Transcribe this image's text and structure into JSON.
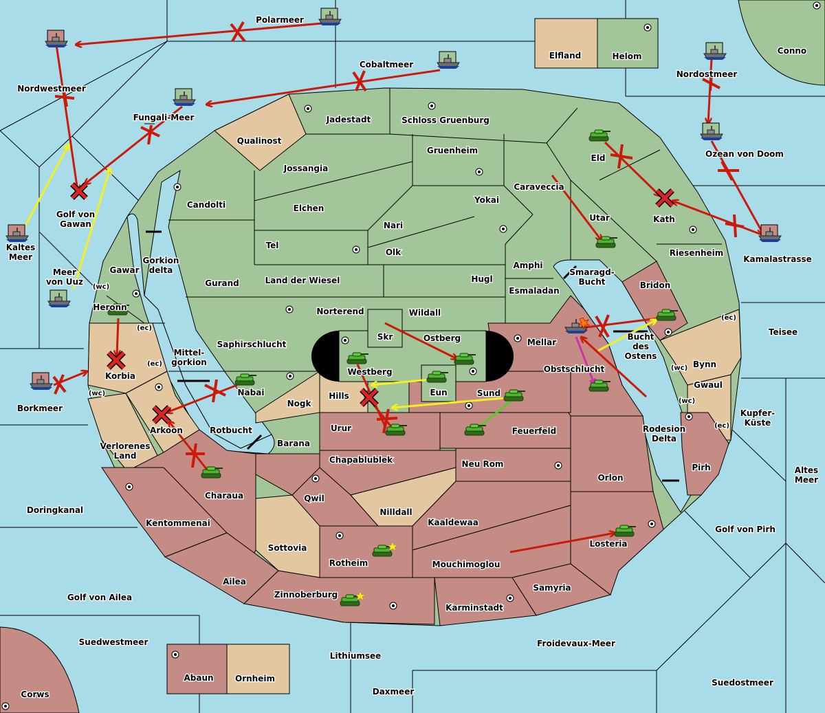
{
  "map_title": "Diplomacy map",
  "colors": {
    "sea": "#a8dce8",
    "green_power": "#a3c59a",
    "red_power": "#c48c85",
    "neutral": "#e2c7a0",
    "order_move": "#cc1a0a",
    "order_support": "#f4f020",
    "order_convoy": "#cc33aa",
    "order_green": "#55cc22"
  },
  "provinces": {
    "polarmeer": "Polarmeer",
    "nordwestmeer": "Nordwestmeer",
    "cobaltmeer": "Cobaltmeer",
    "fungali_meer": "Fungali-Meer",
    "elfland": "Elfland",
    "helom": "Helom",
    "conno": "Conno",
    "nordostmeer": "Nordostmeer",
    "ozean_von_doom": "Ozean von Doom",
    "kamalastrasse": "Kamalastrasse",
    "qualinost": "Qualinost",
    "jadestadt": "Jadestadt",
    "schloss_gruenburg": "Schloss Gruenburg",
    "gruenheim": "Gruenheim",
    "jossangia": "Jossangia",
    "candolti": "Candolti",
    "elchen": "Elchen",
    "nari": "Nari",
    "yokai": "Yokai",
    "caraveccia": "Caraveccia",
    "eld": "Eld",
    "utar": "Utar",
    "kath": "Kath",
    "riesenheim": "Riesenheim",
    "golf_von_gawan": [
      "Golf von",
      "Gawan"
    ],
    "kaltes_meer": [
      "Kaltes",
      "Meer"
    ],
    "meer_von_uuz": [
      "Meer",
      "von Uuz"
    ],
    "gawar": "Gawar",
    "gorkion_delta": [
      "Gorkion",
      "delta"
    ],
    "tel": "Tel",
    "olk": "Olk",
    "gurand": "Gurand",
    "land_der_wiesel": "Land der Wiesel",
    "hugl": "Hugl",
    "amphi": "Amphi",
    "esmaladan": "Esmaladan",
    "smaragd_bucht": [
      "Smaragd-",
      "Bucht"
    ],
    "bridon": "Bridon",
    "heronn": "Heronn",
    "norterend": "Norterend",
    "wildall": "Wildall",
    "skr": "Skr",
    "ostberg": "Ostberg",
    "mellar": "Mellar",
    "teisee": "Teisee",
    "saphirschlucht": "Saphirschlucht",
    "korbia": "Korbia",
    "mittelgorkion": [
      "Mittel-",
      "gorkion"
    ],
    "westberg": "Westberg",
    "obstschlucht": "Obstschlucht",
    "bucht_des_ostens": [
      "Bucht",
      "des",
      "Ostens"
    ],
    "bynn": "Bynn",
    "borkmeer": "Borkmeer",
    "nabai": "Nabai",
    "hills": "Hills",
    "eun": "Eun",
    "sund": "Sund",
    "gwaul": "Gwaul",
    "nogk": "Nogk",
    "arkoon": "Arkoon",
    "rotbucht": "Rotbucht",
    "urur": "Urur",
    "feuerfeld": "Feuerfeld",
    "kupfer_kueste": [
      "Kupfer-",
      "Küste"
    ],
    "barana": "Barana",
    "rodesion_delta": [
      "Rodesion",
      "Delta"
    ],
    "verlorenes_land": [
      "Verlorenes",
      "Land"
    ],
    "chapablublek": "Chapablublek",
    "neu_rom": "Neu Rom",
    "pirh": "Pirh",
    "orlon": "Orlon",
    "altes_meer": [
      "Altes",
      "Meer"
    ],
    "qwil": "Qwil",
    "charaua": "Charaua",
    "nilldall": "Nilldall",
    "doringkanal": "Doringkanal",
    "kentommenai": "Kentommenai",
    "kaaldewaa": "Kaaldewaa",
    "golf_von_pirh": "Golf von Pirh",
    "losteria": "Losteria",
    "sottovia": "Sottovia",
    "rotheim": "Rotheim",
    "mouchimoglou": "Mouchimoglou",
    "ailea": "Ailea",
    "samyria": "Samyria",
    "golf_von_ailea": "Golf von Ailea",
    "zinnoberburg": "Zinnoberburg",
    "karminstadt": "Karminstadt",
    "suedwestmeer": "Suedwestmeer",
    "froidevaux_meer": "Froidevaux-Meer",
    "lithiumsee": "Lithiumsee",
    "abaun": "Abaun",
    "ornheim": "Ornheim",
    "suedostmeer": "Suedostmeer",
    "daxmeer": "Daxmeer",
    "corws": "Corws"
  },
  "coast_tags": {
    "wc": "(wc)",
    "ec": "(ec)"
  },
  "units": [
    {
      "type": "fleet",
      "power": "red",
      "province": "Nordwestmeer"
    },
    {
      "type": "fleet",
      "power": "green",
      "province": "Polarmeer"
    },
    {
      "type": "fleet",
      "power": "green",
      "province": "Cobaltmeer"
    },
    {
      "type": "fleet",
      "power": "green",
      "province": "Fungali-Meer"
    },
    {
      "type": "fleet",
      "power": "green",
      "province": "Nordostmeer"
    },
    {
      "type": "fleet",
      "power": "green",
      "province": "Ozean von Doom"
    },
    {
      "type": "fleet",
      "power": "red",
      "province": "Kamalastrasse"
    },
    {
      "type": "fleet",
      "power": "red",
      "province": "Kaltes Meer"
    },
    {
      "type": "fleet",
      "power": "green",
      "province": "Meer von Uuz"
    },
    {
      "type": "fleet",
      "power": "red",
      "province": "Borkmeer"
    },
    {
      "type": "fleet",
      "power": "red",
      "province": "Mellar",
      "dislodged": true
    },
    {
      "type": "army",
      "power": "green",
      "province": "Eld"
    },
    {
      "type": "army",
      "power": "green",
      "province": "Utar"
    },
    {
      "type": "army",
      "power": "green",
      "province": "Heronn"
    },
    {
      "type": "army",
      "power": "green",
      "province": "Nabai"
    },
    {
      "type": "army",
      "power": "green",
      "province": "Westberg"
    },
    {
      "type": "army",
      "power": "green",
      "province": "Ostberg"
    },
    {
      "type": "army",
      "power": "green",
      "province": "Eun"
    },
    {
      "type": "army",
      "power": "green",
      "province": "Sund"
    },
    {
      "type": "army",
      "power": "green",
      "province": "Urur"
    },
    {
      "type": "army",
      "power": "green",
      "province": "Feuerfeld"
    },
    {
      "type": "army",
      "power": "green",
      "province": "Bridon"
    },
    {
      "type": "army",
      "power": "green",
      "province": "Obstschlucht"
    },
    {
      "type": "army",
      "power": "green",
      "province": "Charaua"
    },
    {
      "type": "army",
      "power": "green",
      "province": "Losteria"
    },
    {
      "type": "army",
      "power": "green",
      "province": "Rotheim",
      "built": true
    },
    {
      "type": "army",
      "power": "green",
      "province": "Zinnoberburg",
      "built": true
    }
  ]
}
